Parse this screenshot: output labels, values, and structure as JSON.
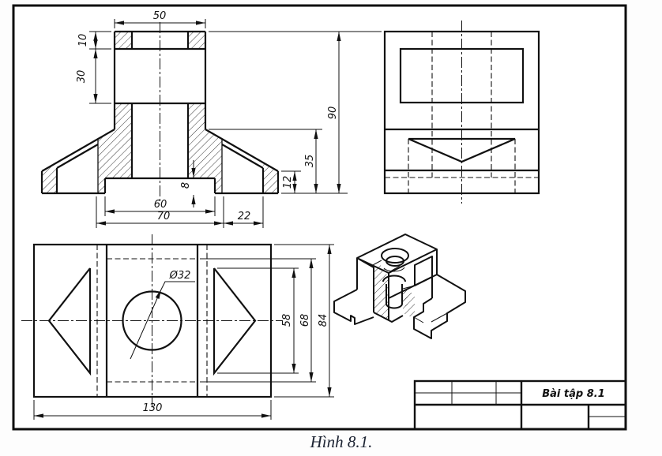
{
  "caption": "Hình 8.1.",
  "title_block": {
    "exercise_label": "Bài tập 8.1"
  },
  "views": {
    "front_section": {
      "dims": {
        "d50": "50",
        "d10": "10",
        "d30": "30",
        "d90": "90",
        "d35": "35",
        "d12": "12",
        "d8": "8",
        "d60": "60",
        "d70": "70",
        "d22": "22"
      }
    },
    "top_view": {
      "dims": {
        "dia32": "Ø32",
        "d58": "58",
        "d68": "68",
        "d84": "84",
        "d130": "130"
      }
    }
  }
}
